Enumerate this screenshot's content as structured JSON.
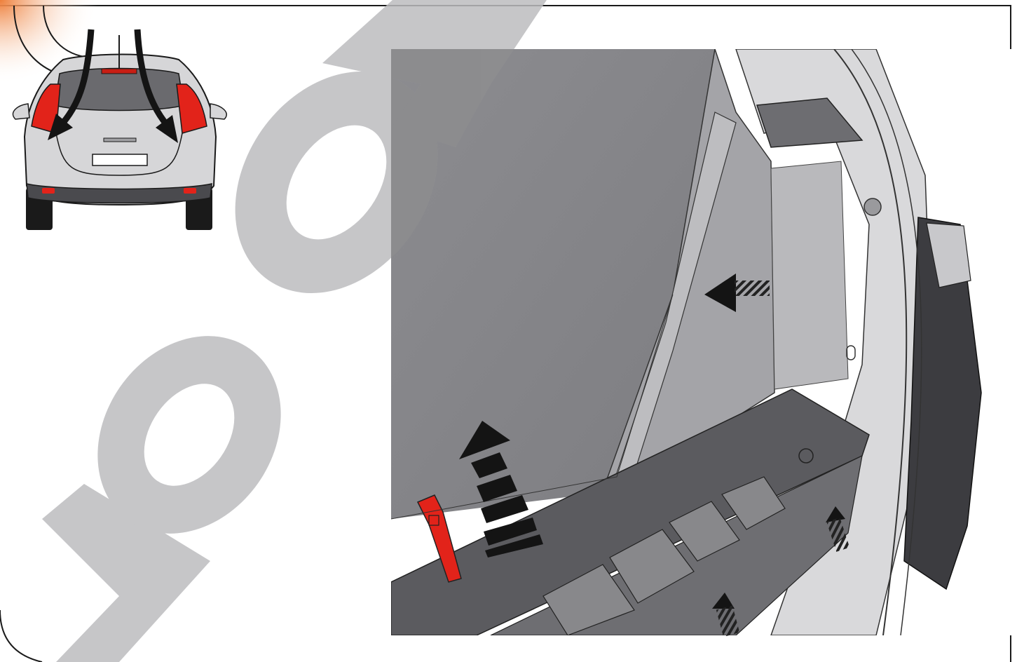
{
  "document": {
    "type": "installation-instruction-illustration",
    "watermark_text": "NO ORIGINAL",
    "panels": {
      "vehicle_overview": {
        "view": "rear",
        "callout": "rear-lights"
      },
      "detail_view": {
        "subject": "trunk-side-trim-removal"
      }
    }
  },
  "colors": {
    "accent_red": "#e2231a",
    "watermark": "#c8c8ca",
    "trunk_panel": "#8a8a8d",
    "trim_dark": "#6e6e72",
    "body_light": "#d6d6d8",
    "corner_gradient": "#f0945a"
  }
}
